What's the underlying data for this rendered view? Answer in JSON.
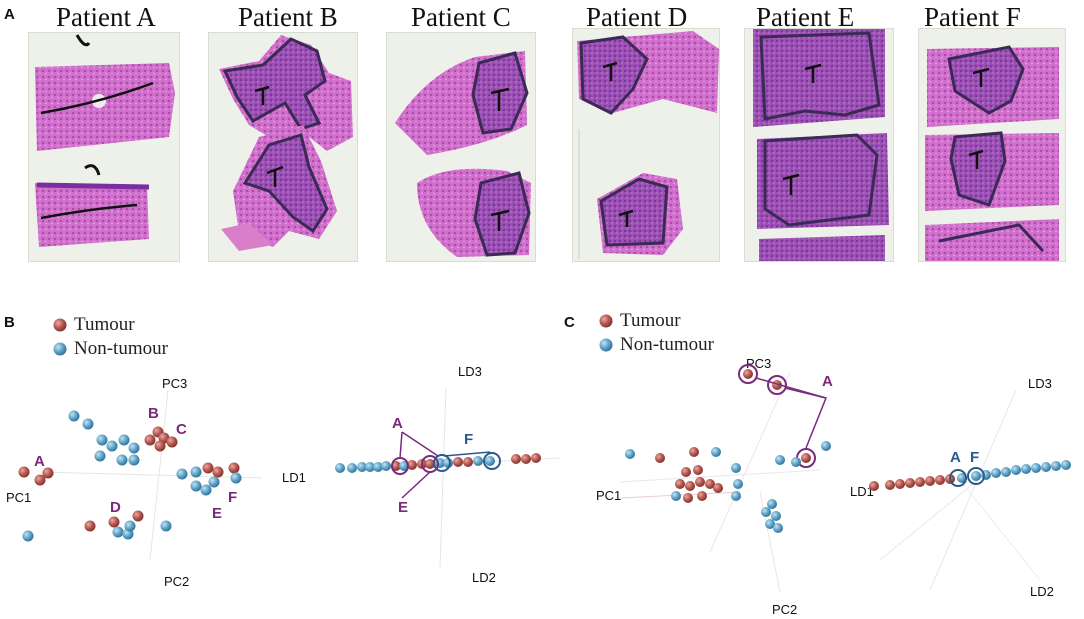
{
  "panel_labels": {
    "a": "A",
    "b": "B",
    "c": "C"
  },
  "patients": [
    {
      "title": "Patient A"
    },
    {
      "title": "Patient B"
    },
    {
      "title": "Patient C"
    },
    {
      "title": "Patient D"
    },
    {
      "title": "Patient E"
    },
    {
      "title": "Patient F"
    }
  ],
  "legend": {
    "tumour": "Tumour",
    "non_tumour": "Non-tumour"
  },
  "colors": {
    "tumour": "#b5564f",
    "non_tumour": "#5da2c8",
    "annotation_purple": "#7a2a7a",
    "annotation_blue": "#2a5a8c",
    "stain": "#c85fc2"
  },
  "panel_b_pca": {
    "axes": {
      "pc1": "PC1",
      "pc2": "PC2",
      "pc3": "PC3"
    },
    "groups": {
      "a": "A",
      "b": "B",
      "c": "C",
      "d": "D",
      "e": "E",
      "f": "F"
    }
  },
  "panel_b_lda": {
    "axes": {
      "ld1": "LD1",
      "ld2": "LD2",
      "ld3": "LD3"
    },
    "callouts": {
      "a": "A",
      "e": "E",
      "f": "F"
    }
  },
  "panel_c_pca": {
    "axes": {
      "pc1": "PC1",
      "pc2": "PC2",
      "pc3": "PC3"
    },
    "callouts": {
      "a": "A"
    }
  },
  "panel_c_lda": {
    "axes": {
      "ld1": "LD1",
      "ld2": "LD2",
      "ld3": "LD3"
    },
    "callouts": {
      "a": "A",
      "f": "F"
    }
  }
}
